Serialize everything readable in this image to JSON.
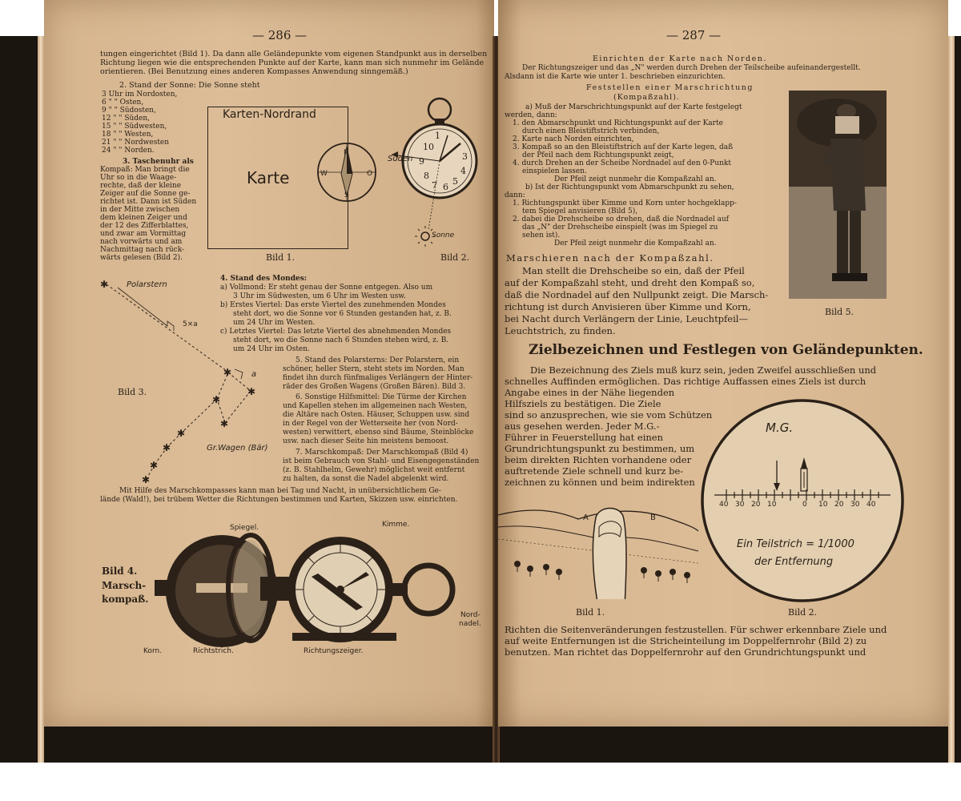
{
  "left": {
    "page_number": "— 286 —",
    "intro": [
      "tungen eingerichtet (Bild 1). Da dann alle Geländepunkte vom eigenen Standpunkt aus in derselben",
      "Richtung liegen wie die entsprechenden Punkte auf der Karte, kann man sich nunmehr im Gelände",
      "orientieren. (Bei Benutzung eines anderen Kompasses Anwendung sinngemäß.)"
    ],
    "sun_heading": "2. Stand der Sonne: Die Sonne steht",
    "sun_table": [
      "3 Uhr im Nordosten,",
      "6 \" \" Osten,",
      "9 \" \" Südosten,",
      "12 \" \" Süden,",
      "15 \" \" Südwesten,",
      "18 \" \" Westen,",
      "21 \" \" Nordwesten",
      "24 \" \" Norden."
    ],
    "watch_para": [
      "3. Taschenuhr als",
      "Kompaß: Man bringt die",
      "Uhr so in die Waage-",
      "rechte, daß der kleine",
      "Zeiger auf die Sonne ge-",
      "richtet ist. Dann ist Süden",
      "in der Mitte zwischen",
      "dem kleinen Zeiger und",
      "der 12 des Zifferblattes,",
      "und zwar am Vormittag",
      "nach vorwärts und am",
      "Nachmittag nach rück-",
      "wärts gelesen (Bild 2)."
    ],
    "fig1": {
      "title": "Karten-Nordrand",
      "map": "Karte",
      "caption": "Bild 1.",
      "n": "N",
      "s": "S",
      "w": "W",
      "o": "O"
    },
    "fig2": {
      "south": "Süden",
      "sun": "Sonne",
      "caption": "Bild 2."
    },
    "fig3": {
      "star": "Polarstern",
      "dist": "5×a",
      "a": "a",
      "wagon": "Gr.Wagen (Bär)",
      "caption": "Bild 3."
    },
    "moon_para": [
      "4. Stand des Mondes:",
      "a) Vollmond: Er steht genau der Sonne entgegen. Also um",
      "3 Uhr im Südwesten, um 6 Uhr im Westen usw.",
      "b) Erstes Viertel: Das erste Viertel des zunehmenden Mondes",
      "steht dort, wo die Sonne vor 6 Stunden gestanden hat, z. B.",
      "um 24 Uhr im Westen.",
      "c) Letztes Viertel: Das letzte Viertel des abnehmenden Mondes",
      "steht dort, wo die Sonne nach 6 Stunden stehen wird, z. B.",
      "um 24 Uhr im Osten."
    ],
    "polar_para": [
      "5. Stand des Polarsterns: Der Polarstern, ein",
      "schöner, heller Stern, steht stets im Norden. Man",
      "findet ihn durch fünfmaliges Verlängern der Hinter-",
      "räder des Großen Wagens (Großen Bären). Bild 3."
    ],
    "aids_para": [
      "6. Sonstige Hilfsmittel: Die Türme der Kirchen",
      "und Kapellen stehen im allgemeinen nach Westen,",
      "die Altäre nach Osten. Häuser, Schuppen usw. sind",
      "in der Regel von der Wetterseite her (von Nord-",
      "westen) verwittert, ebenso sind Bäume, Steinblöcke",
      "usw. nach dieser Seite hin meistens bemoost."
    ],
    "march_para": [
      "7. Marschkompaß: Der Marschkompaß (Bild 4)",
      "ist beim Gebrauch von Stahl- und Eisengegenständen",
      "(z. B. Stahlhelm, Gewehr) möglichst weit entfernt",
      "zu halten, da sonst die Nadel abgelenkt wird."
    ],
    "closing": [
      "Mit Hilfe des Marschkompasses kann man bei Tag und Nacht, in unübersichtlichem Ge-",
      "lände (Wald!), bei trübem Wetter die Richtungen bestimmen und Karten, Skizzen usw. einrichten."
    ],
    "fig4": {
      "caption": "Bild 4.",
      "caption2": "Marsch-",
      "caption3": "kompaß.",
      "spiegel": "Spiegel.",
      "kimme": "Kimme.",
      "nordnadel1": "Nord-",
      "nordnadel2": "nadel.",
      "korn": "Korn.",
      "richtstrich": "Richtstrich.",
      "zeiger": "Richtungszeiger."
    }
  },
  "right": {
    "page_number": "— 287 —",
    "heading1": "Einrichten der Karte nach Norden.",
    "p1": [
      "Der Richtungszeiger und das „N\" werden durch Drehen der Teilscheibe aufeinandergestellt.",
      "Alsdann ist die Karte wie unter 1. beschrieben einzurichten."
    ],
    "heading2": "Feststellen einer Marschrichtung",
    "heading2b": "(Kompaßzahl).",
    "steps": [
      "a) Muß der Marschrichtungspunkt auf der Karte festgelegt",
      "werden, dann:",
      "1. den Abmarschpunkt und Richtungspunkt auf der Karte",
      "durch einen Bleistiftstrich verbinden,",
      "2. Karte nach Norden einrichten,",
      "3. Kompaß so an den Bleistiftstrich auf der Karte legen, daß",
      "der Pfeil nach dem Richtungspunkt zeigt,",
      "4. durch Drehen an der Scheibe Nordnadel auf den 0-Punkt",
      "einspielen lassen.",
      "Der Pfeil zeigt nunmehr die Kompaßzahl an.",
      "b) Ist der Richtungspunkt vom Abmarschpunkt zu sehen,",
      "dann:",
      "1. Richtungspunkt über Kimme und Korn unter hochgeklapp-",
      "tem Spiegel anvisieren (Bild 5),",
      "2. dabei die Drehscheibe so drehen, daß die Nordnadel auf",
      "das „N\" der Drehscheibe einspielt (was im Spiegel zu",
      "sehen ist).",
      "Der Pfeil zeigt nunmehr die Kompaßzahl an."
    ],
    "heading3": "Marschieren nach der Kompaßzahl.",
    "p3": [
      "Man stellt die Drehscheibe so ein, daß der Pfeil",
      "auf der Kompaßzahl steht, und dreht den Kompaß so,",
      "daß die Nordnadel auf den Nullpunkt zeigt. Die Marsch-",
      "richtung ist durch Anvisieren über Kimme und Korn,",
      "bei Nacht durch Verlängern der Linie, Leuchtpfeil—",
      "Leuchtstrich, zu finden."
    ],
    "fig5_caption": "Bild 5.",
    "section_title": "Zielbezeichnen und Festlegen von Geländepunkten.",
    "p4": [
      "Die Bezeichnung des Ziels muß kurz sein, jeden Zweifel ausschließen und",
      "schnelles Auffinden ermöglichen. Das richtige Auffassen eines Ziels ist durch",
      "Angabe eines in der Nähe liegenden",
      "Hilfsziels zu bestätigen. Die Ziele",
      "sind so anzusprechen, wie sie vom Schützen",
      "aus gesehen werden. Jeder M.G.-",
      "Führer in Feuerstellung hat einen",
      "Grundrichtungspunkt zu bestimmen, um",
      "beim direkten Richten vorhandene oder",
      "auftretende Ziele schnell und kurz be-",
      "zeichnen zu können und beim indirekten"
    ],
    "fig1_caption": "Bild 1.",
    "fig1_a": "A",
    "fig1_b": "B",
    "fig2": {
      "mg": "M.G.",
      "ticks": [
        "40",
        "30",
        "20",
        "10",
        "0",
        "10",
        "20",
        "30",
        "40"
      ],
      "note1": "Ein Teilstrich = 1/1000",
      "note2": "der Entfernung",
      "caption": "Bild 2."
    },
    "p5": [
      "Richten die Seitenveränderungen festzustellen. Für schwer erkennbare Ziele und",
      "auf weite Entfernungen ist die Stricheinteilung im Doppelfernrohr (Bild 2) zu",
      "benutzen. Man richtet das Doppelfernrohr auf den Grundrichtungspunkt und"
    ]
  }
}
